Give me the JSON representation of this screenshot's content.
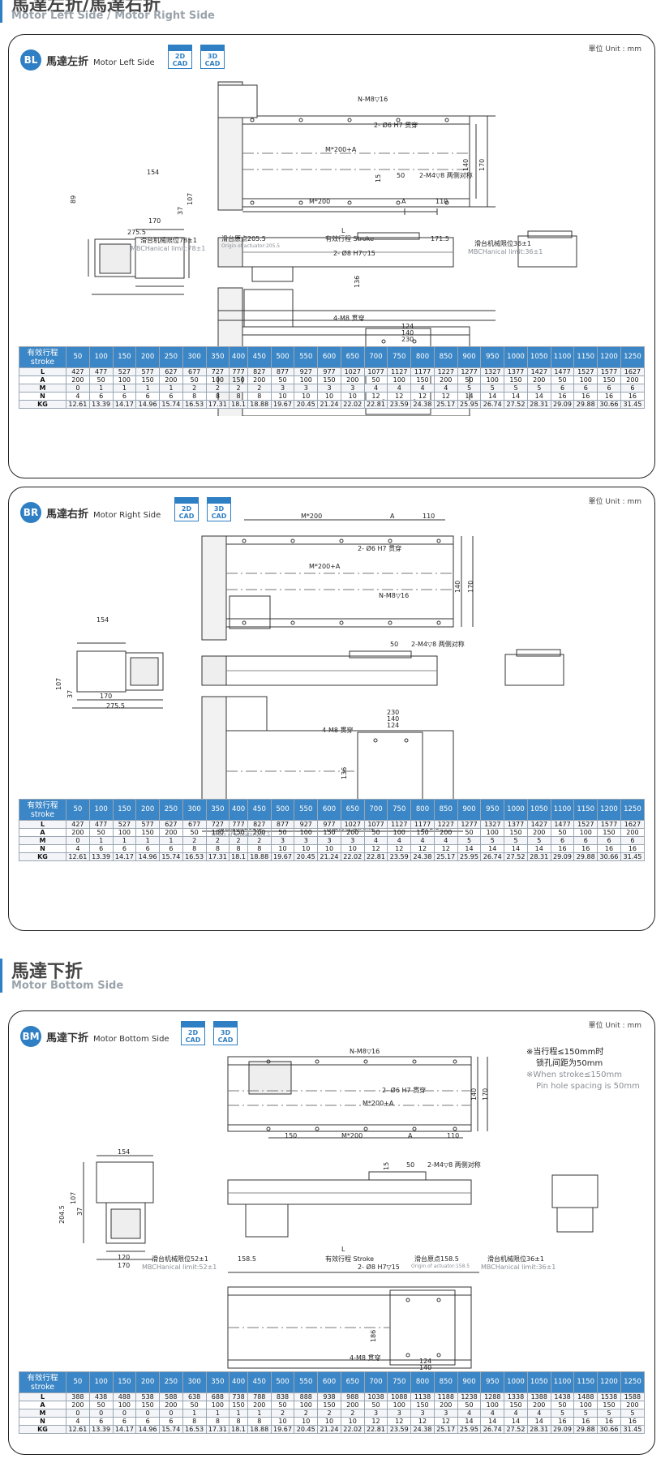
{
  "sections": [
    {
      "id": "side",
      "title": "馬達左折/馬達右折",
      "subtitle": "Motor Left Side / Motor Right Side"
    },
    {
      "id": "bottom",
      "title": "馬達下折",
      "subtitle": "Motor Bottom Side"
    }
  ],
  "common": {
    "unit": "單位 Unit : mm",
    "cad_2d": "2D\nCAD",
    "cad_3d": "3D\nCAD"
  },
  "panels": [
    {
      "code": "BL",
      "title": "馬達左折",
      "title_en": "Motor Left Side"
    },
    {
      "code": "BR",
      "title": "馬達右折",
      "title_en": "Motor Right Side"
    },
    {
      "code": "BM",
      "title": "馬達下折",
      "title_en": "Motor Bottom Side"
    }
  ],
  "dims": {
    "n_m8": "N-M8▽16",
    "d6": "2- Ø6 H7 贯穿",
    "m200a": "M*200+A",
    "m200": "M*200",
    "a": "A",
    "d110": "110",
    "d140": "140",
    "d170": "170",
    "d154": "154",
    "d89": "89",
    "d37": "37",
    "d107": "107",
    "d275": "275.5",
    "d15": "15",
    "d50": "50",
    "m4": "2-M4▽8 两侧对称",
    "L": "L",
    "origin": "滑台原点205.5",
    "origin_en": "Origin of actuator:205.5",
    "stroke": "有效行程 Stroke",
    "d171": "171.5",
    "d8": "2- Ø8 H7▽15",
    "m8_4": "4-M8 贯穿",
    "d136": "136",
    "d124": "124",
    "d230": "230",
    "mbc78": "滑台机械限位78±1",
    "mbc78_en": "MBCHanical limit:78±1",
    "mbc36": "滑台机械限位36±1",
    "mbc36_en": "MBCHanical limit:36±1",
    "d150": "150",
    "d120": "120",
    "d204": "204.5",
    "d158": "158.5",
    "origin158": "滑台原点158.5",
    "origin158_en": "Origin of actuator:158.5",
    "mbc52": "滑台机械限位52±1",
    "mbc52_en": "MBCHanical limit:52±1",
    "d186": "186",
    "note1": "※当行程≤150mm时",
    "note2": "锁孔间距为50mm",
    "note3": "※When stroke≤150mm",
    "note4": "Pin hole spacing is 50mm"
  },
  "table_side": {
    "header_zh": "有效行程",
    "header_en": "stroke",
    "strokes": [
      "50",
      "100",
      "150",
      "200",
      "250",
      "300",
      "350",
      "400",
      "450",
      "500",
      "550",
      "600",
      "650",
      "700",
      "750",
      "800",
      "850",
      "900",
      "950",
      "1000",
      "1050",
      "1100",
      "1150",
      "1200",
      "1250"
    ],
    "rows": [
      {
        "label": "L",
        "values": [
          "427",
          "477",
          "527",
          "577",
          "627",
          "677",
          "727",
          "777",
          "827",
          "877",
          "927",
          "977",
          "1027",
          "1077",
          "1127",
          "1177",
          "1227",
          "1277",
          "1327",
          "1377",
          "1427",
          "1477",
          "1527",
          "1577",
          "1627"
        ]
      },
      {
        "label": "A",
        "values": [
          "200",
          "50",
          "100",
          "150",
          "200",
          "50",
          "100",
          "150",
          "200",
          "50",
          "100",
          "150",
          "200",
          "50",
          "100",
          "150",
          "200",
          "50",
          "100",
          "150",
          "200",
          "50",
          "100",
          "150",
          "200"
        ]
      },
      {
        "label": "M",
        "values": [
          "0",
          "1",
          "1",
          "1",
          "1",
          "2",
          "2",
          "2",
          "2",
          "3",
          "3",
          "3",
          "3",
          "4",
          "4",
          "4",
          "4",
          "5",
          "5",
          "5",
          "5",
          "6",
          "6",
          "6",
          "6"
        ]
      },
      {
        "label": "N",
        "values": [
          "4",
          "6",
          "6",
          "6",
          "6",
          "8",
          "8",
          "8",
          "8",
          "10",
          "10",
          "10",
          "10",
          "12",
          "12",
          "12",
          "12",
          "14",
          "14",
          "14",
          "14",
          "16",
          "16",
          "16",
          "16"
        ]
      },
      {
        "label": "KG",
        "values": [
          "12.61",
          "13.39",
          "14.17",
          "14.96",
          "15.74",
          "16.53",
          "17.31",
          "18.1",
          "18.88",
          "19.67",
          "20.45",
          "21.24",
          "22.02",
          "22.81",
          "23.59",
          "24.38",
          "25.17",
          "25.95",
          "26.74",
          "27.52",
          "28.31",
          "29.09",
          "29.88",
          "30.66",
          "31.45"
        ]
      }
    ]
  },
  "table_br": {
    "header_zh": "有效行程",
    "header_en": "stroke",
    "strokes": [
      "50",
      "100",
      "150",
      "200",
      "250",
      "300",
      "350",
      "400",
      "450",
      "500",
      "550",
      "600",
      "650",
      "700",
      "750",
      "800",
      "850",
      "900",
      "950",
      "1000",
      "1050",
      "1100",
      "1150",
      "1200",
      "1250"
    ],
    "rows": [
      {
        "label": "L",
        "values": [
          "427",
          "477",
          "527",
          "577",
          "627",
          "677",
          "727",
          "777",
          "827",
          "877",
          "927",
          "977",
          "1027",
          "1077",
          "1127",
          "1177",
          "1227",
          "1277",
          "1327",
          "1377",
          "1427",
          "1477",
          "1527",
          "1577",
          "1627"
        ]
      },
      {
        "label": "A",
        "values": [
          "200",
          "50",
          "100",
          "150",
          "200",
          "50",
          "100",
          "150",
          "200",
          "50",
          "100",
          "150",
          "200",
          "50",
          "100",
          "150",
          "200",
          "50",
          "100",
          "150",
          "200",
          "50",
          "100",
          "150",
          "200"
        ]
      },
      {
        "label": "M",
        "values": [
          "0",
          "1",
          "1",
          "1",
          "1",
          "2",
          "2",
          "2",
          "2",
          "3",
          "3",
          "3",
          "3",
          "4",
          "4",
          "4",
          "4",
          "5",
          "5",
          "5",
          "5",
          "6",
          "6",
          "6",
          "6"
        ]
      },
      {
        "label": "N",
        "values": [
          "4",
          "6",
          "6",
          "6",
          "6",
          "8",
          "8",
          "8",
          "8",
          "10",
          "10",
          "10",
          "10",
          "12",
          "12",
          "12",
          "12",
          "14",
          "14",
          "14",
          "14",
          "16",
          "16",
          "16",
          "16"
        ]
      },
      {
        "label": "KG",
        "values": [
          "12.61",
          "13.39",
          "14.17",
          "14.96",
          "15.74",
          "16.53",
          "17.31",
          "18.1",
          "18.88",
          "19.67",
          "20.45",
          "21.24",
          "22.02",
          "22.81",
          "23.59",
          "24.38",
          "25.17",
          "25.95",
          "26.74",
          "27.52",
          "28.31",
          "29.09",
          "29.88",
          "30.66",
          "31.45"
        ]
      }
    ]
  },
  "table_bm": {
    "header_zh": "有效行程",
    "header_en": "stroke",
    "strokes": [
      "50",
      "100",
      "150",
      "200",
      "250",
      "300",
      "350",
      "400",
      "450",
      "500",
      "550",
      "600",
      "650",
      "700",
      "750",
      "800",
      "850",
      "900",
      "950",
      "1000",
      "1050",
      "1100",
      "1150",
      "1200",
      "1250"
    ],
    "rows": [
      {
        "label": "L",
        "values": [
          "388",
          "438",
          "488",
          "538",
          "588",
          "638",
          "688",
          "738",
          "788",
          "838",
          "888",
          "938",
          "988",
          "1038",
          "1088",
          "1138",
          "1188",
          "1238",
          "1288",
          "1338",
          "1388",
          "1438",
          "1488",
          "1538",
          "1588"
        ]
      },
      {
        "label": "A",
        "values": [
          "200",
          "50",
          "100",
          "150",
          "200",
          "50",
          "100",
          "150",
          "200",
          "50",
          "100",
          "150",
          "200",
          "50",
          "100",
          "150",
          "200",
          "50",
          "100",
          "150",
          "200",
          "50",
          "100",
          "150",
          "200"
        ]
      },
      {
        "label": "M",
        "values": [
          "0",
          "0",
          "0",
          "0",
          "0",
          "1",
          "1",
          "1",
          "1",
          "2",
          "2",
          "2",
          "2",
          "3",
          "3",
          "3",
          "3",
          "4",
          "4",
          "4",
          "4",
          "5",
          "5",
          "5",
          "5"
        ]
      },
      {
        "label": "N",
        "values": [
          "4",
          "6",
          "6",
          "6",
          "6",
          "8",
          "8",
          "8",
          "8",
          "10",
          "10",
          "10",
          "10",
          "12",
          "12",
          "12",
          "12",
          "14",
          "14",
          "14",
          "14",
          "16",
          "16",
          "16",
          "16"
        ]
      },
      {
        "label": "KG",
        "values": [
          "12.61",
          "13.39",
          "14.17",
          "14.96",
          "15.74",
          "16.53",
          "17.31",
          "18.1",
          "18.88",
          "19.67",
          "20.45",
          "21.24",
          "22.02",
          "22.81",
          "23.59",
          "24.38",
          "25.17",
          "25.95",
          "26.74",
          "27.52",
          "28.31",
          "29.09",
          "29.88",
          "30.66",
          "31.45"
        ]
      }
    ]
  }
}
